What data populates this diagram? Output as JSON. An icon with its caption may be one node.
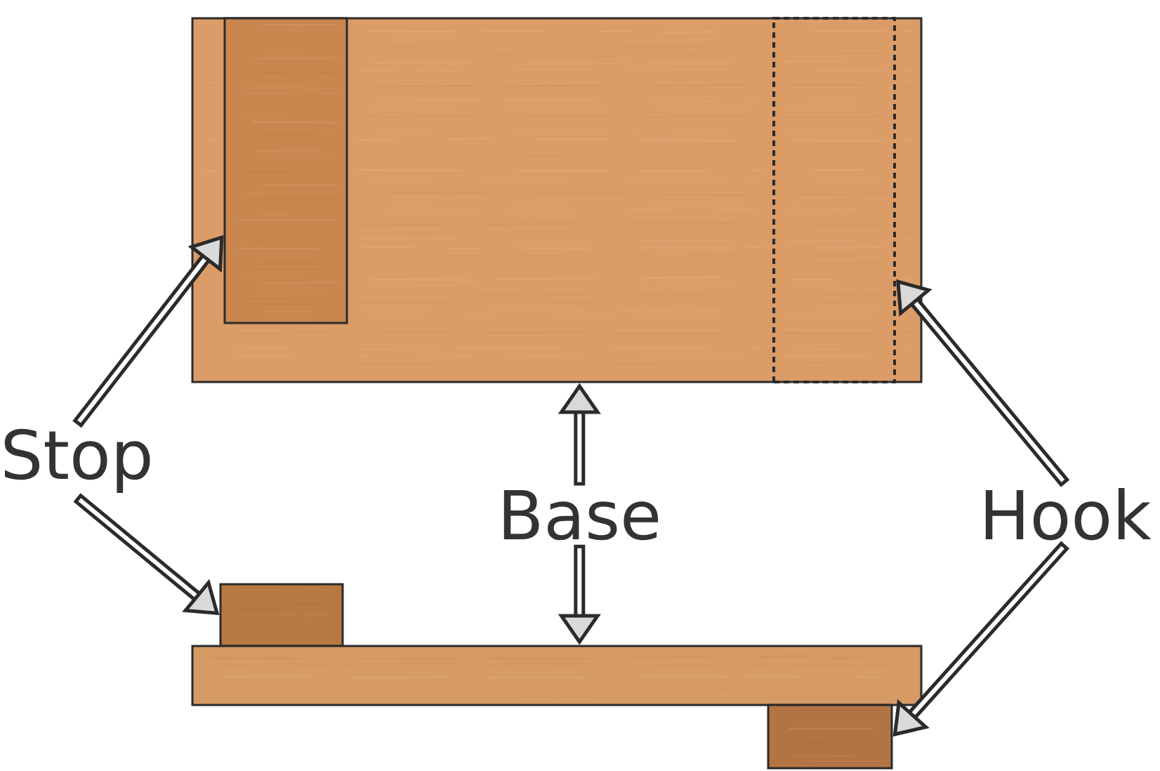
{
  "diagram": {
    "nodes": [
      {
        "text": [],
        "shape": "box"
      },
      {
        "text": [],
        "shape": "box",
        "in": 0
      },
      {
        "text": [],
        "shape": "box",
        "in": 0
      },
      {
        "text": [
          "Stop"
        ]
      },
      {
        "text": [
          "Base"
        ]
      },
      {
        "text": [
          "Hook"
        ]
      },
      {
        "text": [],
        "shape": "box"
      },
      {
        "text": [],
        "shape": "box"
      },
      {
        "text": [],
        "shape": "box"
      }
    ],
    "edges": [
      {
        "from": 3,
        "to": 1,
        "arrow": "to"
      },
      {
        "from": 3,
        "to": 6,
        "arrow": "to"
      },
      {
        "from": 4,
        "to": 0,
        "arrow": "to"
      },
      {
        "from": 4,
        "to": 7,
        "arrow": "to"
      },
      {
        "from": 5,
        "to": 2,
        "arrow": "to"
      },
      {
        "from": 5,
        "to": 8,
        "arrow": "to"
      }
    ]
  }
}
